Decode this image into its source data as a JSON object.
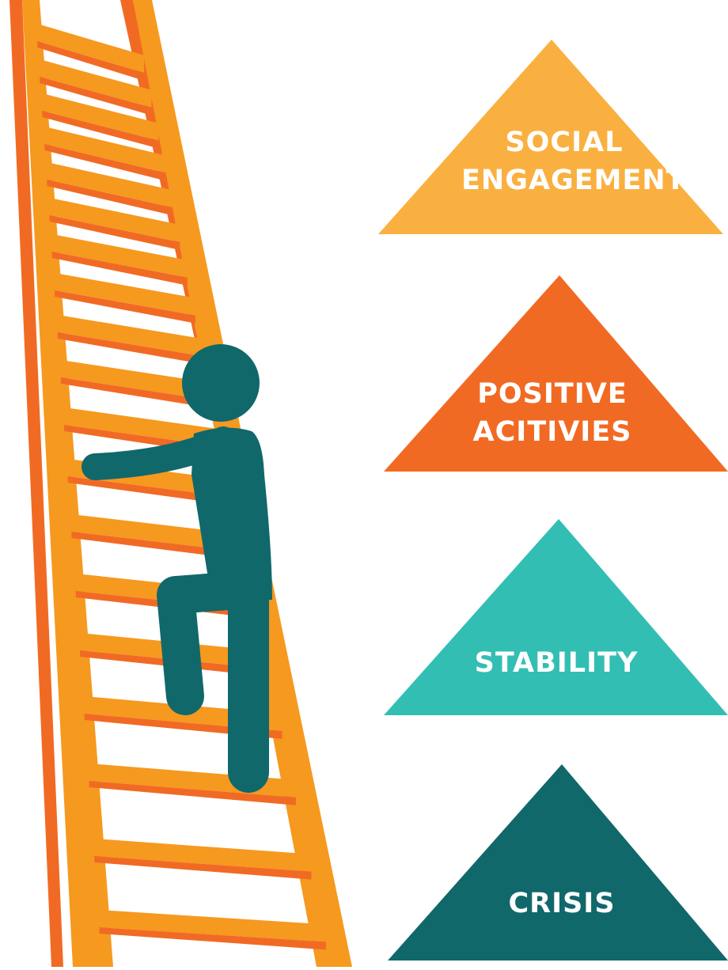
{
  "colors": {
    "ladder_light": "#F6991F",
    "ladder_dark": "#F16A24",
    "figure": "#10686B",
    "social_engagement": "#FAB040",
    "positive_activities": "#F16A24",
    "stability": "#33BEB4",
    "crisis": "#10686B",
    "label_text": "#FFFFFF"
  },
  "levels": [
    {
      "id": "social-engagement",
      "line1": "SOCIAL",
      "line2": "ENGAGEMENT"
    },
    {
      "id": "positive-activities",
      "line1": "POSITIVE",
      "line2": "ACITIVIES"
    },
    {
      "id": "stability",
      "line1": "STABILITY",
      "line2": ""
    },
    {
      "id": "crisis",
      "line1": "CRISIS",
      "line2": ""
    }
  ],
  "icons": {
    "ladder": "ladder-icon",
    "figure": "person-climbing-icon"
  }
}
